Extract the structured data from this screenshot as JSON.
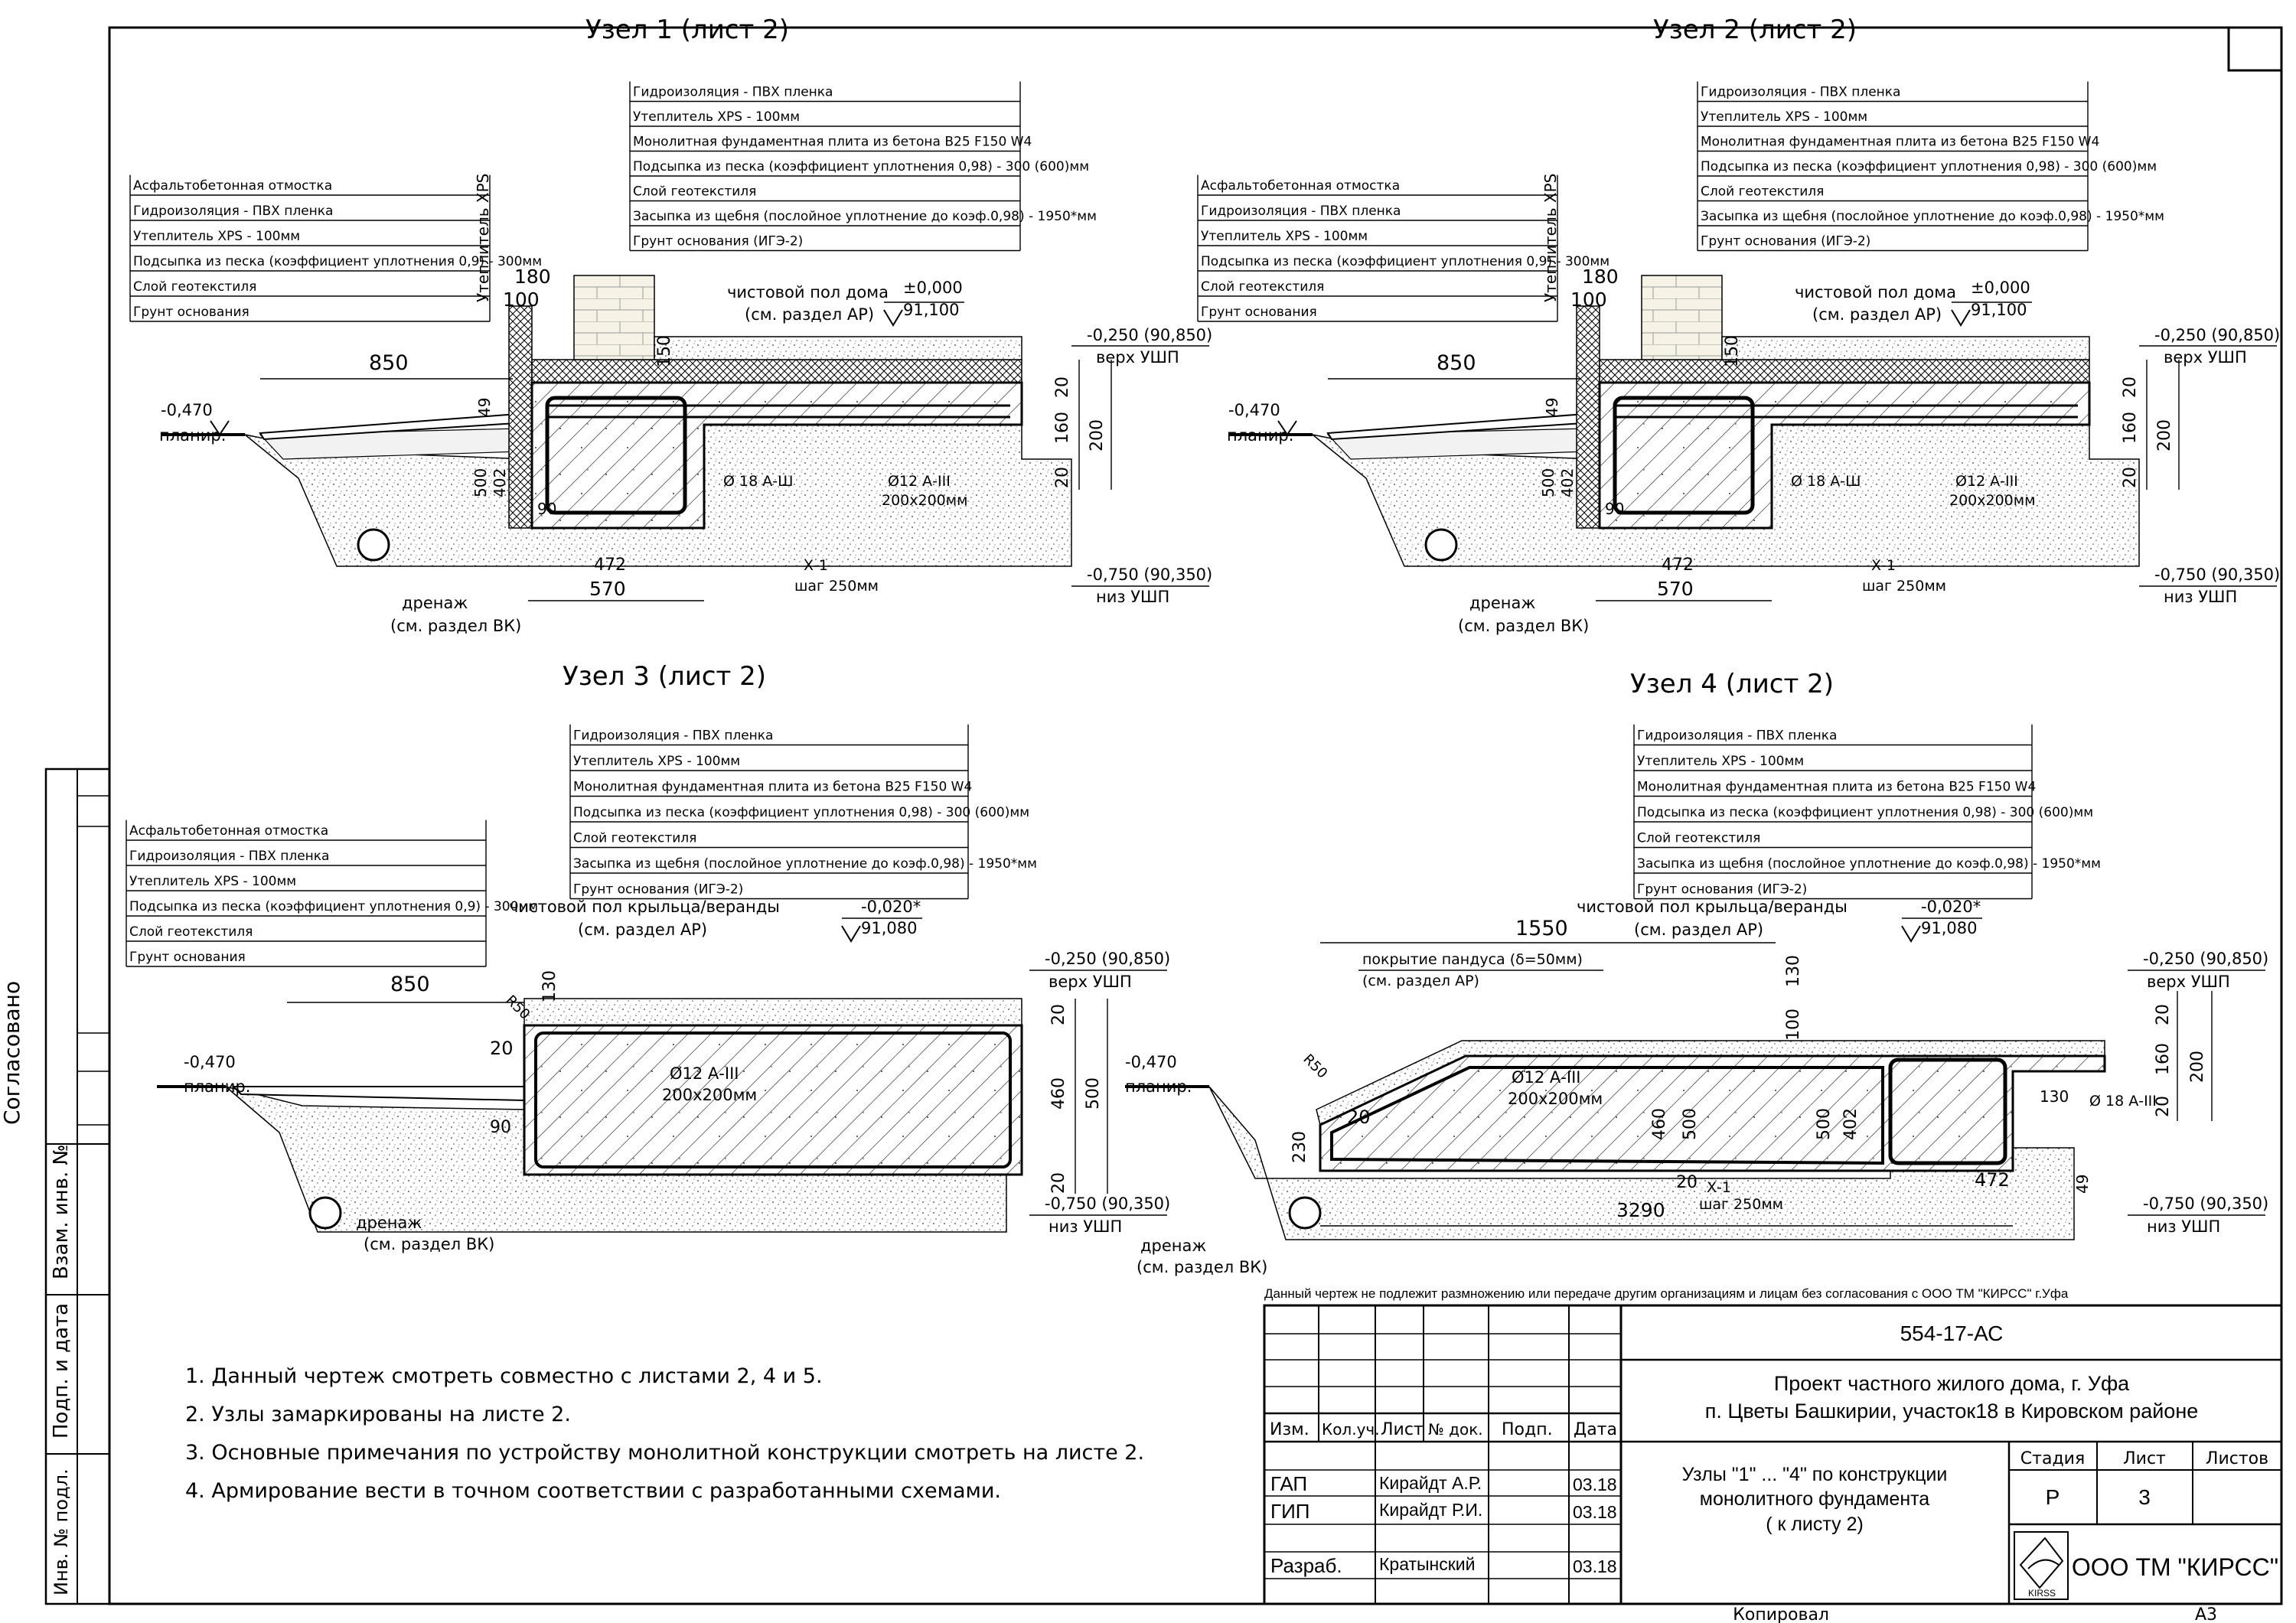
{
  "sheet": {
    "side_labels": {
      "agreed": "Согласовано",
      "swap_inv": "Взам. инв. №",
      "sign_date": "Подп. и дата",
      "inv_orig": "Инв. № подл."
    },
    "copyright_note": "Данный чертеж не подлежит размножению или передаче другим организациям и лицам без согласования с ООО ТМ \"КИРСС\" г.Уфа",
    "copied": "Копировал",
    "format": "А3"
  },
  "nodes": [
    {
      "title": "Узел 1 (лист 2)",
      "top_layers": [
        "Гидроизоляция - ПВХ пленка",
        "Утеплитель XPS - 100мм",
        "Монолитная фундаментная плита из бетона B25 F150 W4",
        "Подсыпка из песка (коэффициент уплотнения 0,98) - 300 (600)мм",
        "Слой геотекстиля",
        "Засыпка из щебня (послойное уплотнение до коэф.0,98) - 1950*мм",
        "Грунт основания (ИГЭ-2)"
      ],
      "blind_layers": [
        "Асфальтобетонная отмостка",
        "Гидроизоляция - ПВХ пленка",
        "Утеплитель XPS - 100мм",
        "Подсыпка из песка (коэффициент уплотнения 0,9) - 300мм",
        "Слой геотекстиля",
        "Грунт основания"
      ],
      "xps_side": "Утеплитель XPS",
      "floor_label": "чистовой пол дома",
      "floor_ref": "(см. раздел АР)",
      "mark_zero": "±0,000",
      "mark_abs": "91,100",
      "top_ushp": "-0,250 (90,850)",
      "top_ushp_label": "верх УШП",
      "bot_ushp": "-0,750 (90,350)",
      "bot_ushp_label": "низ УШП",
      "plan_mark": "-0,470",
      "plan_label": "планир.",
      "drain": "дренаж",
      "drain_ref": "(см. раздел ВК)",
      "dims": {
        "d850": "850",
        "d180": "180",
        "d100": "100",
        "d150": "150",
        "d20a": "20",
        "d160": "160",
        "d200": "200",
        "d20b": "20",
        "d472": "472",
        "d570": "570",
        "d49": "49",
        "d402": "402",
        "d500": "500",
        "d90": "90"
      },
      "rebar1": "Ø 18 А-Ш",
      "rebar2": "Ø12 А-III",
      "rebar2_grid": "200х200мм",
      "clamp": "Х-1",
      "clamp_step": "шаг 250мм"
    },
    {
      "title": "Узел 2 (лист 2)",
      "top_layers": [
        "Гидроизоляция - ПВХ пленка",
        "Утеплитель XPS - 100мм",
        "Монолитная фундаментная плита из бетона B25 F150 W4",
        "Подсыпка из песка (коэффициент уплотнения 0,98) - 300 (600)мм",
        "Слой геотекстиля",
        "Засыпка из щебня (послойное уплотнение до коэф.0,98) - 1950*мм",
        "Грунт основания (ИГЭ-2)"
      ],
      "blind_layers": [
        "Асфальтобетонная отмостка",
        "Гидроизоляция - ПВХ пленка",
        "Утеплитель XPS - 100мм",
        "Подсыпка из песка (коэффициент уплотнения 0,9) - 300мм",
        "Слой геотекстиля",
        "Грунт основания"
      ],
      "xps_side": "Утеплитель XPS",
      "floor_label": "чистовой пол дома",
      "floor_ref": "(см. раздел АР)",
      "mark_zero": "±0,000",
      "mark_abs": "91,100",
      "top_ushp": "-0,250 (90,850)",
      "top_ushp_label": "верх УШП",
      "bot_ushp": "-0,750 (90,350)",
      "bot_ushp_label": "низ УШП",
      "plan_mark": "-0,470",
      "plan_label": "планир.",
      "drain": "дренаж",
      "drain_ref": "(см. раздел ВК)",
      "dims": {
        "d850": "850",
        "d180": "180",
        "d100": "100",
        "d150": "150",
        "d20a": "20",
        "d160": "160",
        "d200": "200",
        "d20b": "20",
        "d472": "472",
        "d570": "570",
        "d49": "49",
        "d402": "402",
        "d500": "500",
        "d90": "90"
      },
      "rebar1": "Ø 18 А-Ш",
      "rebar2": "Ø12 А-III",
      "rebar2_grid": "200х200мм",
      "clamp": "Х-1",
      "clamp_step": "шаг 250мм"
    },
    {
      "title": "Узел 3 (лист 2)",
      "top_layers": [
        "Гидроизоляция - ПВХ пленка",
        "Утеплитель XPS - 100мм",
        "Монолитная фундаментная плита из бетона B25 F150 W4",
        "Подсыпка из песка (коэффициент уплотнения 0,98) - 300 (600)мм",
        "Слой геотекстиля",
        "Засыпка из щебня (послойное уплотнение до коэф.0,98) - 1950*мм",
        "Грунт основания (ИГЭ-2)"
      ],
      "blind_layers": [
        "Асфальтобетонная отмостка",
        "Гидроизоляция - ПВХ пленка",
        "Утеплитель XPS - 100мм",
        "Подсыпка из песка (коэффициент уплотнения 0,9) - 300мм",
        "Слой геотекстиля",
        "Грунт основания"
      ],
      "floor_label": "чистовой пол крыльца/веранды",
      "floor_ref": "(см. раздел АР)",
      "mark_zero": "-0,020*",
      "mark_abs": "91,080",
      "top_ushp": "-0,250 (90,850)",
      "top_ushp_label": "верх УШП",
      "bot_ushp": "-0,750 (90,350)",
      "bot_ushp_label": "низ УШП",
      "plan_mark": "-0,470",
      "plan_label": "планир.",
      "drain": "дренаж",
      "drain_ref": "(см. раздел ВК)",
      "dims": {
        "d850": "850",
        "d130": "130",
        "d20a": "20",
        "d460": "460",
        "d500": "500",
        "d20b": "20",
        "d20c": "20",
        "d90": "90",
        "r50": "R50"
      },
      "rebar2": "Ø12 А-III",
      "rebar2_grid": "200х200мм"
    },
    {
      "title": "Узел 4 (лист 2)",
      "top_layers": [
        "Гидроизоляция - ПВХ пленка",
        "Утеплитель XPS - 100мм",
        "Монолитная фундаментная плита из бетона B25 F150 W4",
        "Подсыпка из песка (коэффициент уплотнения 0,98) - 300 (600)мм",
        "Слой геотекстиля",
        "Засыпка из щебня (послойное уплотнение до коэф.0,98) - 1950*мм",
        "Грунт основания (ИГЭ-2)"
      ],
      "floor_label": "чистовой пол крыльца/веранды",
      "floor_ref": "(см. раздел АР)",
      "ramp_label": "покрытие пандуса (δ=50мм)",
      "ramp_ref": "(см. раздел АР)",
      "mark_zero": "-0,020*",
      "mark_abs": "91,080",
      "top_ushp": "-0,250 (90,850)",
      "top_ushp_label": "верх УШП",
      "bot_ushp": "-0,750 (90,350)",
      "bot_ushp_label": "низ УШП",
      "plan_mark": "-0,470",
      "plan_label": "планир.",
      "drain": "дренаж",
      "drain_ref": "(см. раздел ВК)",
      "dims": {
        "d1550": "1550",
        "d100": "100",
        "d130": "130",
        "d20a": "20",
        "d160": "160",
        "d200": "200",
        "d20b": "20",
        "d460": "460",
        "d500a": "500",
        "d500b": "500",
        "d402": "402",
        "d230": "230",
        "d20c": "20",
        "d20d": "20",
        "d3290": "3290",
        "d472": "472",
        "d49": "49",
        "d130b": "130",
        "r50": "R50"
      },
      "rebar1": "Ø 18 А-III",
      "rebar2": "Ø12 А-III",
      "rebar2_grid": "200х200мм",
      "clamp": "Х-1",
      "clamp_step": "шаг 250мм"
    }
  ],
  "notes": [
    "1. Данный чертеж смотреть совместно с листами 2, 4 и 5.",
    "2. Узлы замаркированы на листе 2.",
    "3. Основные примечания по устройству монолитной конструкции смотреть на листе 2.",
    "4. Армирование вести в точном соответствии с разработанными схемами."
  ],
  "title_block": {
    "code": "554-17-АС",
    "project_line1": "Проект частного жилого дома, г. Уфа",
    "project_line2": "п. Цветы Башкирии, участок18 в Кировском районе",
    "col_headers": [
      "Изм.",
      "Кол.уч.",
      "Лист",
      "№ док.",
      "Подп.",
      "Дата"
    ],
    "rows": [
      {
        "role": "ГАП",
        "name": "Кирайдт А.Р.",
        "date": "03.18"
      },
      {
        "role": "ГИП",
        "name": "Кирайдт Р.И.",
        "date": "03.18"
      },
      {
        "role": "Разраб.",
        "name": "Кратынский",
        "date": "03.18"
      }
    ],
    "sheet_title_line1": "Узлы \"1\" ... \"4\" по конструкции",
    "sheet_title_line2": "монолитного фундамента",
    "sheet_title_line3": "( к листу 2)",
    "stage_header": "Стадия",
    "sheet_header": "Лист",
    "sheets_header": "Листов",
    "stage": "Р",
    "sheet_no": "3",
    "sheets_total": "",
    "company": "ООО ТМ \"КИРСС\"",
    "logo_text": "KIRSS"
  }
}
